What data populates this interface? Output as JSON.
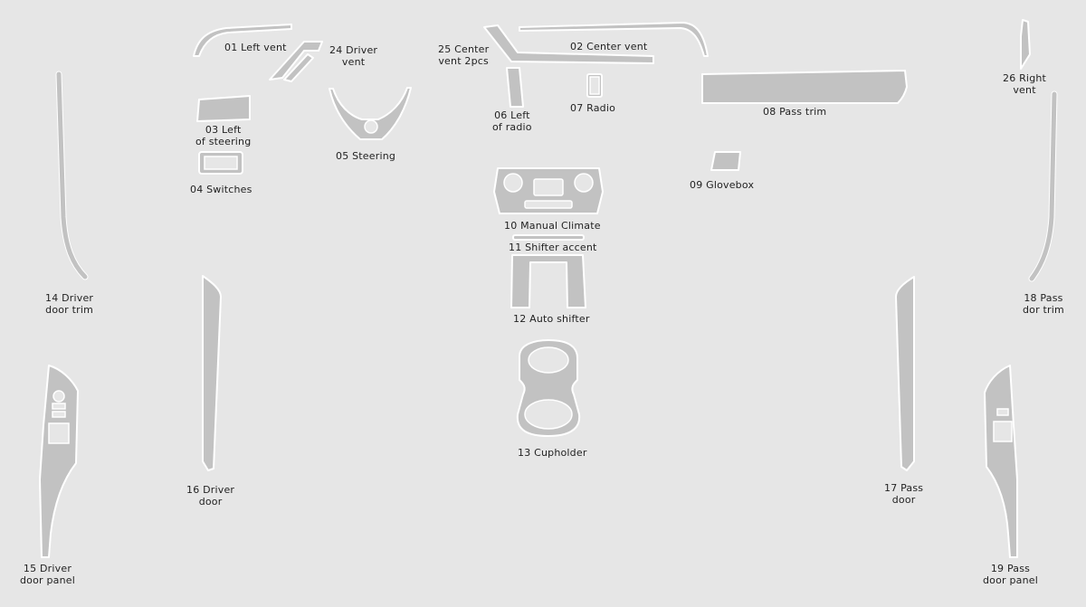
{
  "parts": [
    {
      "id": "01",
      "lines": [
        "01 Left vent"
      ]
    },
    {
      "id": "24",
      "lines": [
        "24 Driver",
        "vent"
      ]
    },
    {
      "id": "25",
      "lines": [
        "25 Center",
        "vent 2pcs"
      ]
    },
    {
      "id": "02",
      "lines": [
        "02 Center vent"
      ]
    },
    {
      "id": "26",
      "lines": [
        "26 Right",
        "vent"
      ]
    },
    {
      "id": "03",
      "lines": [
        "03 Left",
        "of steering"
      ]
    },
    {
      "id": "05",
      "lines": [
        "05 Steering"
      ]
    },
    {
      "id": "06",
      "lines": [
        "06 Left",
        "of radio"
      ]
    },
    {
      "id": "07",
      "lines": [
        "07 Radio"
      ]
    },
    {
      "id": "08",
      "lines": [
        "08 Pass trim"
      ]
    },
    {
      "id": "04",
      "lines": [
        "04 Switches"
      ]
    },
    {
      "id": "09",
      "lines": [
        "09 Glovebox"
      ]
    },
    {
      "id": "10",
      "lines": [
        "10 Manual Climate"
      ]
    },
    {
      "id": "11",
      "lines": [
        "11 Shifter accent"
      ]
    },
    {
      "id": "14",
      "lines": [
        "14 Driver",
        "door trim"
      ]
    },
    {
      "id": "18",
      "lines": [
        "18 Pass",
        "dor trim"
      ]
    },
    {
      "id": "12",
      "lines": [
        "12 Auto shifter"
      ]
    },
    {
      "id": "13",
      "lines": [
        "13 Cupholder"
      ]
    },
    {
      "id": "16",
      "lines": [
        "16 Driver",
        "door"
      ]
    },
    {
      "id": "17",
      "lines": [
        "17 Pass",
        "door"
      ]
    },
    {
      "id": "15",
      "lines": [
        "15 Driver",
        "door panel"
      ]
    },
    {
      "id": "19",
      "lines": [
        "19 Pass",
        "door panel"
      ]
    }
  ]
}
